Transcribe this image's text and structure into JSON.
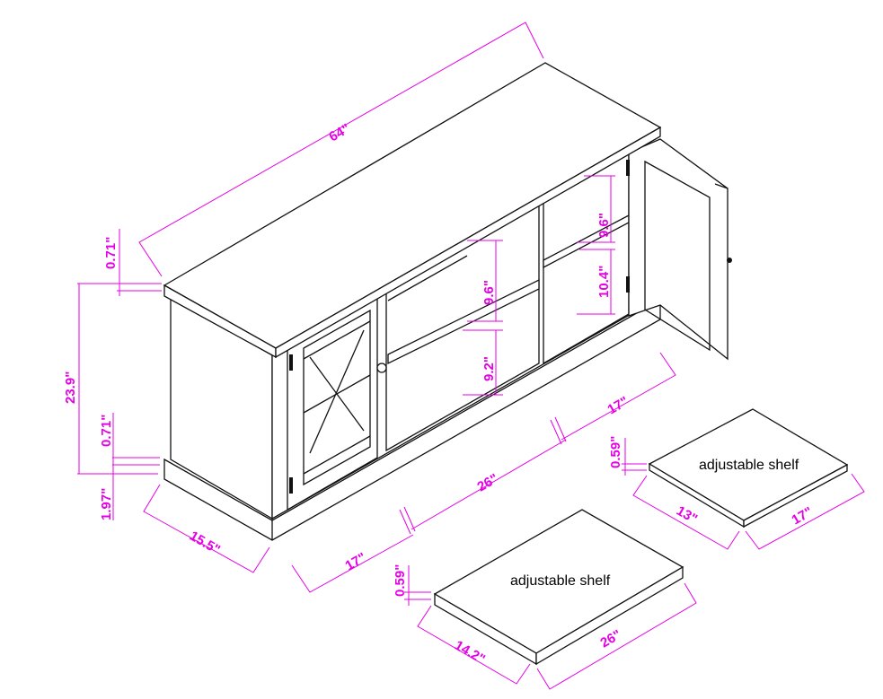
{
  "diagram": {
    "colors": {
      "dimension": "#e600e6",
      "outline": "#111111"
    },
    "cabinet": {
      "width": "64\"",
      "top_thickness": "0.71\"",
      "height": "23.9\"",
      "bottom_thickness": "0.71\"",
      "base_height": "1.97\"",
      "depth": "15.5\"",
      "left_section_width": "17\"",
      "middle_section_width": "26\"",
      "right_section_width": "17\"",
      "middle_upper_space": "9.6\"",
      "middle_lower_space": "9.2\"",
      "right_upper_space": "9.6\"",
      "right_lower_space": "10.4\""
    },
    "small_shelf": {
      "label": "adjustable shelf",
      "thickness": "0.59\"",
      "depth": "13\"",
      "width": "17\""
    },
    "large_shelf": {
      "label": "adjustable shelf",
      "thickness": "0.59\"",
      "depth": "14.2\"",
      "width": "26\""
    }
  }
}
